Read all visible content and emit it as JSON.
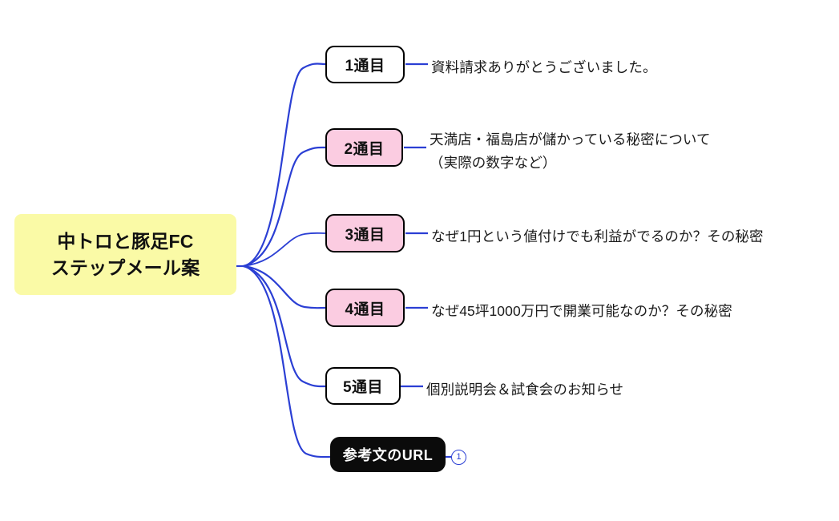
{
  "diagram": {
    "type": "mind-map",
    "colors": {
      "connector": "#2b3fd4",
      "root_fill": "#fafaa6",
      "highlight_fill": "#fbcce1",
      "plain_fill": "#ffffff",
      "dark_fill": "#0b0b0b",
      "border": "#000000",
      "text": "#1b1b1b"
    },
    "root": {
      "line1": "中トロと豚足FC",
      "line2": "ステップメール案"
    },
    "branches": [
      {
        "node": "1通目",
        "style": "white",
        "label_line1": "資料請求ありがとうございました。",
        "label_line2": ""
      },
      {
        "node": "2通目",
        "style": "pink",
        "label_line1": "天満店・福島店が儲かっている秘密について",
        "label_line2": "（実際の数字など）"
      },
      {
        "node": "3通目",
        "style": "pink",
        "label_line1": "なぜ1円という値付けでも利益がでるのか？その秘密",
        "label_line2": ""
      },
      {
        "node": "4通目",
        "style": "pink",
        "label_line1": "なぜ45坪1000万円で開業可能なのか？その秘密",
        "label_line2": ""
      },
      {
        "node": "5通目",
        "style": "white",
        "label_line1": "個別説明会＆試食会のお知らせ",
        "label_line2": ""
      },
      {
        "node": "参考文のURL",
        "style": "black",
        "label_line1": "",
        "label_line2": "",
        "badge": "1"
      }
    ]
  }
}
